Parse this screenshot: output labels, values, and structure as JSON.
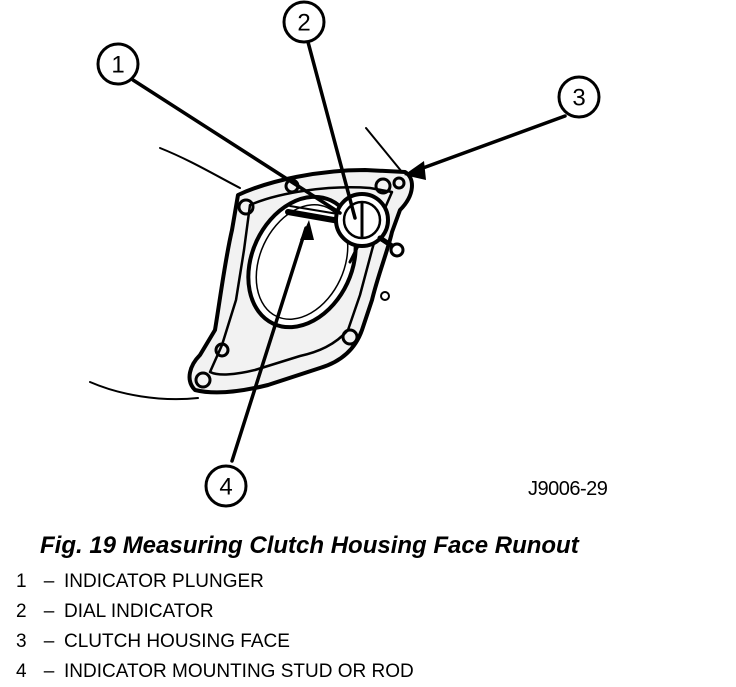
{
  "figure_code": "J9006-29",
  "caption": "Fig. 19 Measuring Clutch Housing Face Runout",
  "callouts": [
    {
      "number": "1",
      "label": "INDICATOR PLUNGER"
    },
    {
      "number": "2",
      "label": "DIAL INDICATOR"
    },
    {
      "number": "3",
      "label": "CLUTCH HOUSING FACE"
    },
    {
      "number": "4",
      "label": "INDICATOR MOUNTING STUD OR ROD"
    }
  ],
  "separator": "–"
}
